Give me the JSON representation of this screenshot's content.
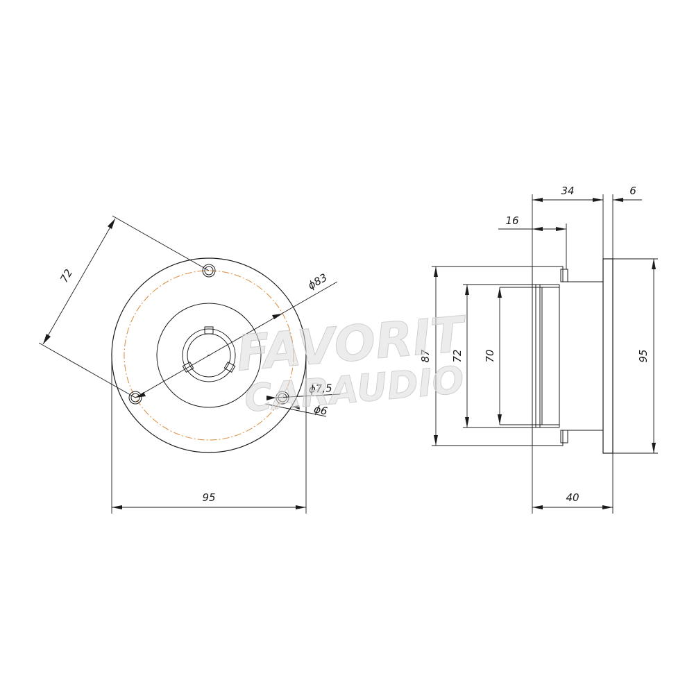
{
  "watermark": {
    "line1": "FAVORIT",
    "line2": "CARAUDIO"
  },
  "front_view": {
    "overall_diameter_label": "95",
    "mount_hole_spacing_label": "72",
    "bolt_circle_label": "ϕ83",
    "hole_outer_label": "ϕ7,5",
    "hole_inner_label": "ϕ6"
  },
  "side_view": {
    "depth_34_label": "34",
    "flange_6_label": "6",
    "step_16_label": "16",
    "dia_87_label": "87",
    "dia_72_label": "72",
    "dia_70_label": "70",
    "flange_95_label": "95",
    "length_40_label": "40"
  },
  "colors": {
    "line": "#1a1a1a",
    "bolt_circle": "#d98a3a",
    "watermark": "#dcdcdc"
  }
}
